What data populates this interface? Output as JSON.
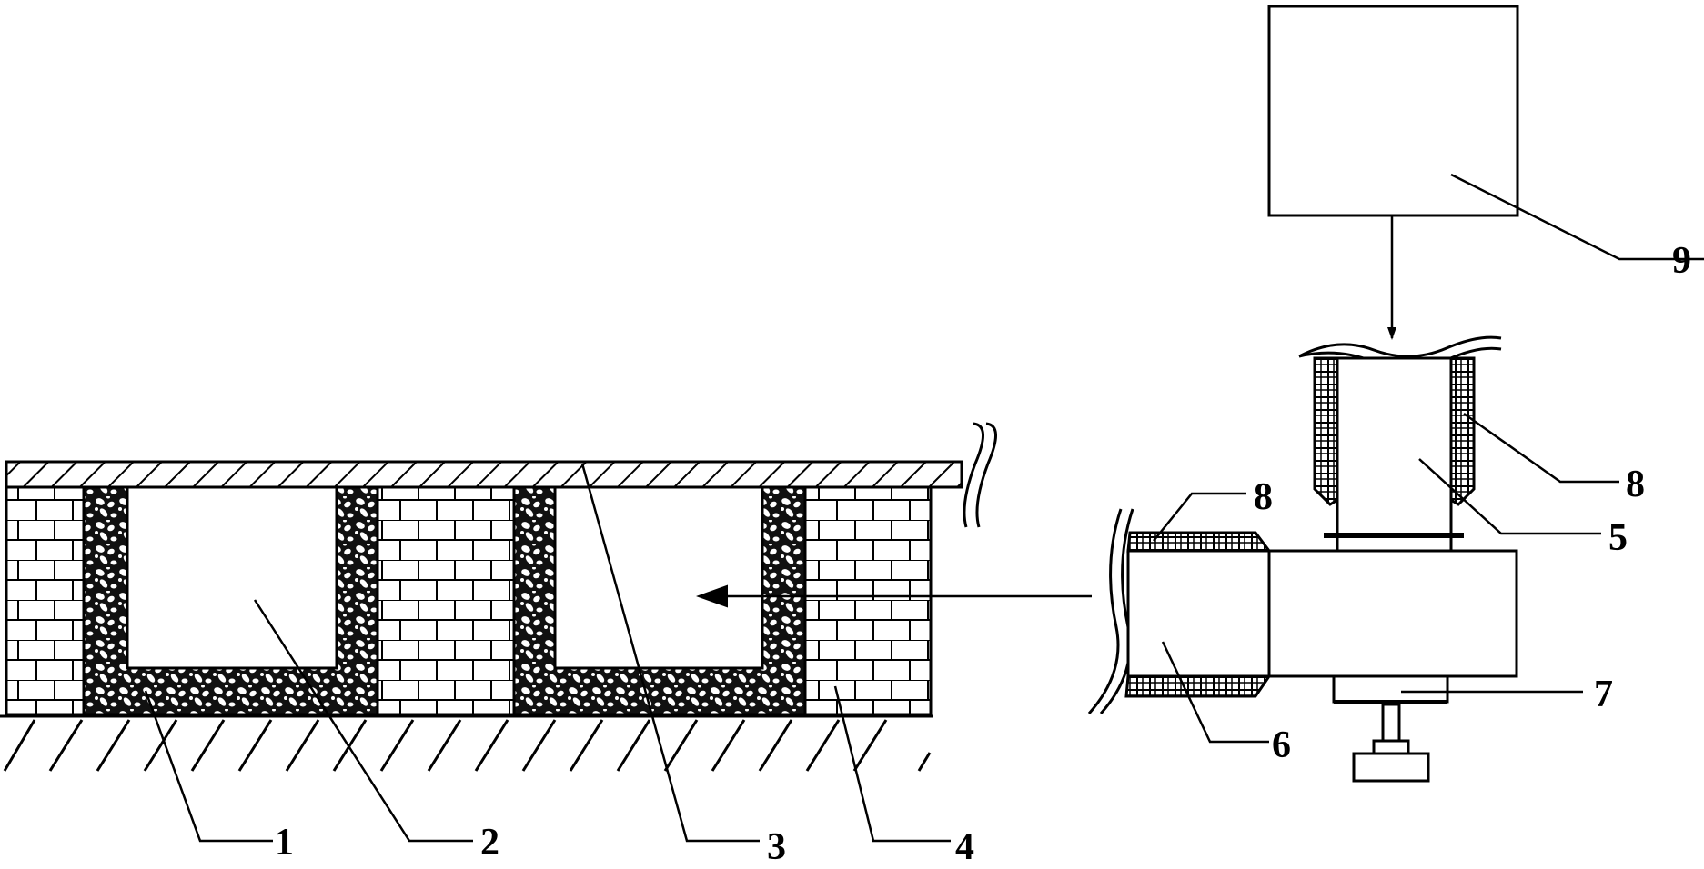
{
  "labels": {
    "l1": "1",
    "l2": "2",
    "l3": "3",
    "l4": "4",
    "l5": "5",
    "l6": "6",
    "l7": "7",
    "l8a": "8",
    "l8b": "8",
    "l9": "9"
  },
  "colors": {
    "line": "#000000",
    "background": "#ffffff"
  }
}
